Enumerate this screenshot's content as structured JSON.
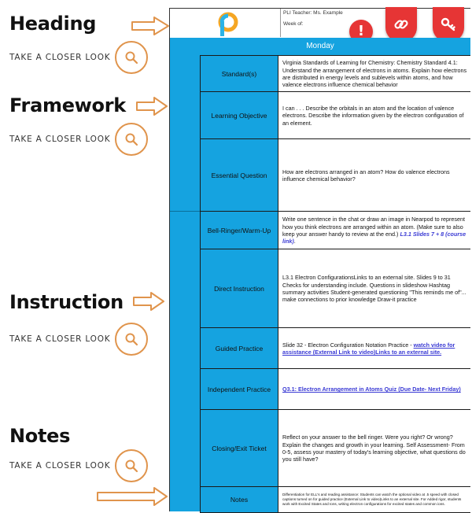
{
  "sections": {
    "heading": "Heading",
    "framework": "Framework",
    "instruction": "Instruction",
    "notes": "Notes",
    "closer_label": "TAKE A CLOSER LOOK"
  },
  "header": {
    "teacher": "PLI Teacher: Ms. Example",
    "week": "Week of:",
    "alert_symbol": "!",
    "logo_icon": "pearson-logo-icon"
  },
  "day": "Monday",
  "rows": {
    "standards": {
      "label": "Standard(s)",
      "text": "Virginia Standards of Learning for Chemistry: Chemistry Standard 4.1: Understand the arrangement of electrons in atoms. Explain how electrons are distributed in energy levels and sublevels within atoms, and how valence electrons influence chemical behavior"
    },
    "objective": {
      "label": "Learning Objective",
      "text": "I can . . . Describe the orbitals in an atom and the location of valence electrons. Describe the information given by the electron configuration of an element."
    },
    "question": {
      "label": "Essential Question",
      "text": "How are electrons arranged in an atom? How do valence electrons influence chemical behavior?"
    },
    "bellringer": {
      "label": "Bell-Ringer/Warm-Up",
      "text": "Write one sentence in the chat or draw an image in Nearpod to represent how you think electrons are arranged within an atom. (Make sure to also keep your answer handy to review at the end.)",
      "link": "L3.1 Slides 7 + 8 (course link)",
      "tail": "."
    },
    "direct": {
      "label": "Direct Instruction",
      "text": "L3.1 Electron ConfigurationsLinks to an external site. Slides 9 to 31 Checks for understanding include. Questions in slideshow Hashtag summary activities Student-generated questioning \"This reminds me of\"... make connections to prior knowledge Draw-it practice"
    },
    "guided": {
      "label": "Guided Practice",
      "text": "Slide 32 - Electron Configuration Notation Practice - ",
      "link": "watch video for assistance (External Link to video)Links to an external site."
    },
    "independent": {
      "label": "Independent Practice",
      "link": "Q3.1: Electron Arrangement in Atoms Quiz (Due Date- Next Friday)"
    },
    "closing": {
      "label": "Closing/Exit Ticket",
      "text": "Reflect on your answer to the bell ringer. Were you right? Or wrong? Explain the changes and growth in your learning. Self Assessment- From 0-5, assess your mastery of today's learning objective, what questions do you still have?"
    },
    "notes": {
      "label": "Notes",
      "text": "Differentiation for ELL's and reading assistance: Students can watch the optional video at .5 speed with closed captions turned on for guided practice (External Link to video)Links to an external site. For Added rigor, students work with Excited States and Ions, writing electron configurations for excited states and common ions."
    }
  },
  "colors": {
    "accent_blue": "#15a3e0",
    "alert_red": "#e63535",
    "orange": "#e0944c"
  }
}
